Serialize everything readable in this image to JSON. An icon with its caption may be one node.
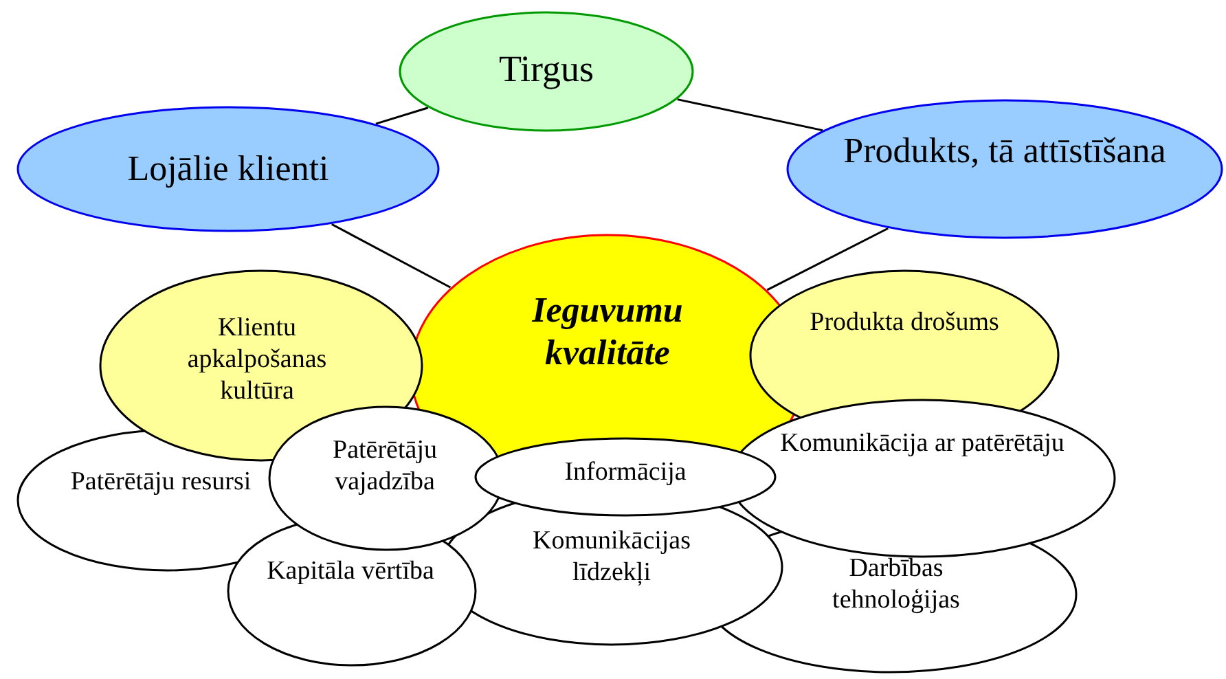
{
  "diagram": {
    "nodes": [
      {
        "text": [
          "Tirgus"
        ]
      },
      {
        "text": [
          "Lojālie klienti"
        ]
      },
      {
        "text": [
          "Produkts, tā attīstīšana"
        ]
      },
      {
        "text": [
          "Ieguvumu kvalitāte"
        ]
      },
      {
        "text": [
          "Klientu apkalpošanas kultūra"
        ]
      },
      {
        "text": [
          "Produkta drošums"
        ]
      },
      {
        "text": [
          "Patērētāju resursi"
        ]
      },
      {
        "text": [
          "Patērētāju vajadzība"
        ]
      },
      {
        "text": [
          "Informācija"
        ]
      },
      {
        "text": [
          "Komunikācija ar patērētāju"
        ]
      },
      {
        "text": [
          "Kapitāla vērtība"
        ]
      },
      {
        "text": [
          "Komunikācijas līdzekļi"
        ]
      },
      {
        "text": [
          "Darbības tehnoloģijas"
        ]
      }
    ],
    "edges": [
      {
        "from": 1,
        "to": 0,
        "arrow": "none"
      },
      {
        "from": 0,
        "to": 2,
        "arrow": "none"
      },
      {
        "from": 1,
        "to": 3,
        "arrow": "none"
      },
      {
        "from": 2,
        "to": 3,
        "arrow": "none"
      }
    ]
  }
}
